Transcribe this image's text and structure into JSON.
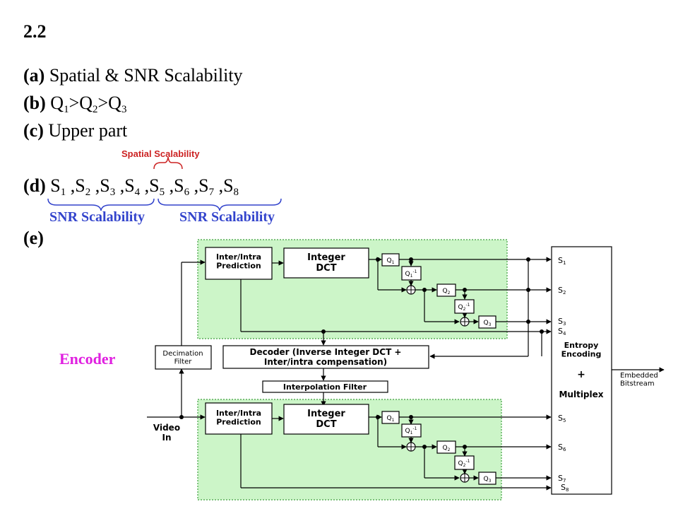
{
  "heading": "2.2",
  "items": [
    {
      "tag": "(a)",
      "text": "Spatial & SNR Scalability"
    },
    {
      "tag": "(b)",
      "text": "Q1>Q2>Q3"
    },
    {
      "tag": "(c)",
      "text": "Upper part"
    },
    {
      "tag": "(d)",
      "text": "S1 ,S2 ,S3 ,S4 ,S5 ,S6 ,S7 ,S8"
    },
    {
      "tag": "(e)",
      "text": ""
    }
  ],
  "annotations": {
    "spatial": "Spatial Scalability",
    "snr_left": "SNR Scalability",
    "snr_right": "SNR Scalability",
    "encoder": "Encoder"
  },
  "diagram": {
    "inter_intra": "Inter/Intra\nPrediction",
    "integer_dct": "Integer\nDCT",
    "q1": "Q1",
    "q1_inv": "Q1-1",
    "q2": "Q2",
    "q2_inv": "Q2-1",
    "q3": "Q3",
    "decimation": "Decimation\nFilter",
    "decoder": "Decoder (Inverse Integer DCT +\nInter/intra compensation)",
    "interpolation": "Interpolation Filter",
    "video_in": "Video\nIn",
    "entropy": "Entropy\nEncoding",
    "plus": "+",
    "multiplex": "Multiplex",
    "embedded": "Embedded\nBitstream",
    "outputs": [
      "S1",
      "S2",
      "S3",
      "S4",
      "S5",
      "S6",
      "S7",
      "S8"
    ]
  },
  "colors": {
    "green_fill": "#ccf5c8",
    "green_border": "#3f9f3f",
    "red": "#cc2222",
    "blue": "#3344cc",
    "magenta": "#e020e0"
  }
}
